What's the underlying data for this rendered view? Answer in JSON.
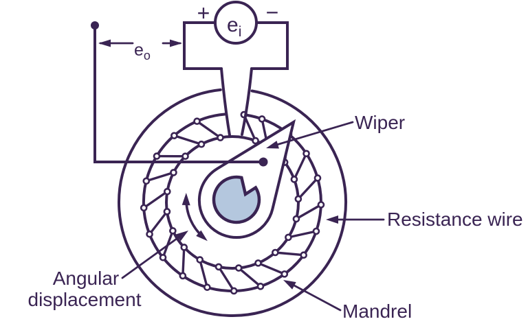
{
  "colors": {
    "line": "#3a2453",
    "shaft_fill": "#b4c7de",
    "background": "#ffffff"
  },
  "source": {
    "plus": "+",
    "minus": "−",
    "label": "e",
    "subscript": "i"
  },
  "output": {
    "label": "e",
    "subscript": "o"
  },
  "annotations": {
    "wiper": "Wiper",
    "resistance_wire": "Resistance wire",
    "mandrel": "Mandrel",
    "angular_line1": "Angular",
    "angular_line2": "displacement"
  }
}
